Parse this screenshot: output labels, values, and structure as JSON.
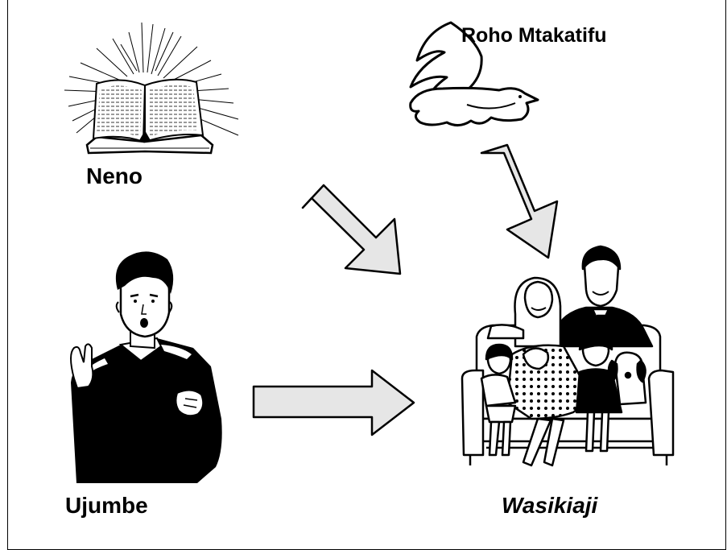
{
  "diagram": {
    "labels": {
      "word": "Neno",
      "holy_spirit": "Roho Mtakatifu",
      "message": "Ujumbe",
      "listeners": "Wasikiaji"
    },
    "icons": {
      "word": "open-bible-icon",
      "holy_spirit": "dove-icon",
      "message": "preacher-icon",
      "listeners": "family-icon"
    },
    "colors": {
      "arrow_fill": "#e6e6e6",
      "ink": "#000000",
      "background": "#ffffff"
    }
  }
}
